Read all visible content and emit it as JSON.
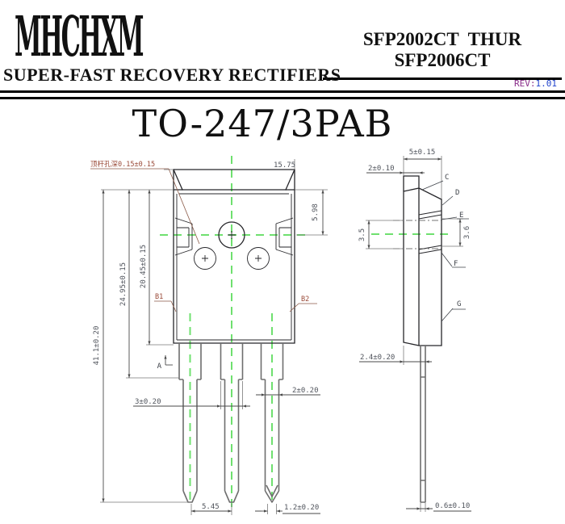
{
  "header": {
    "logo": "MHCHXM",
    "part_range": "SFP2002CT THUR SFP2006CT",
    "subtitle": "SUPER-FAST RECOVERY RECTIFIERS",
    "rev_label": "REV:",
    "rev_value": "1.01"
  },
  "title": "TO-247/3PAB",
  "front_view": {
    "pin_hole_note": "顶杆孔深0.15±0.15",
    "dim_top_width": "15.75",
    "dim_tab_to_center": "5.98",
    "dim_overall_height": "41.1±0.20",
    "dim_shoulder_height": "24.95±0.15",
    "dim_body_height": "20.45±0.15",
    "label_b1": "B1",
    "label_b2": "B2",
    "label_a": "A",
    "dim_shoulder_lead_width": "3±0.20",
    "dim_lead_width": "2±0.20",
    "dim_lead_pitch": "5.45",
    "dim_lead_tip_width": "1.2±0.20"
  },
  "side_view": {
    "dim_body_thickness": "5±0.15",
    "dim_tab_thickness": "2±0.10",
    "label_c": "C",
    "label_d": "D",
    "label_e": "E",
    "label_f": "F",
    "label_g": "G",
    "dim_groove_left": "3.5",
    "dim_groove_right": "3.6",
    "dim_lead_shoulder_thickness": "2.4±0.20",
    "dim_lead_tip_thickness": "0.6±0.10"
  },
  "colors": {
    "centerline": "#6FE06F",
    "rev_label_color": "#8B2F8B",
    "rev_value_color": "#2244CC"
  }
}
